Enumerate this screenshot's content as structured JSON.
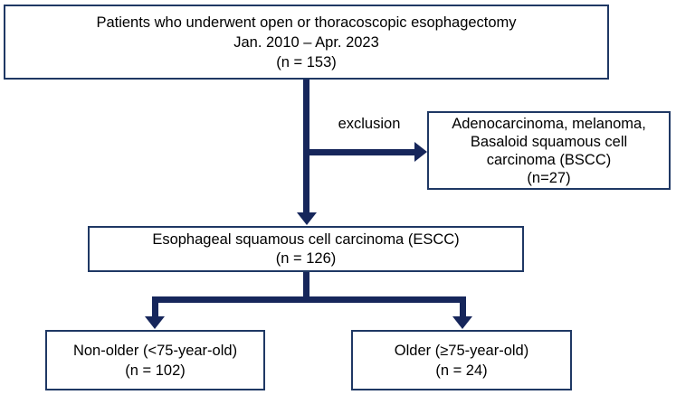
{
  "flowchart": {
    "boxes": {
      "patients": {
        "lines": [
          "Patients who underwent open or thoracoscopic esophagectomy",
          "Jan. 2010 – Apr. 2023",
          "(n = 153)"
        ]
      },
      "excluded": {
        "lines": [
          "Adenocarcinoma, melanoma,",
          "Basaloid squamous cell",
          "carcinoma (BSCC)",
          "(n=27)"
        ]
      },
      "escc": {
        "lines": [
          "Esophageal squamous cell carcinoma (ESCC)",
          "(n = 126)"
        ]
      },
      "non_older": {
        "lines": [
          "Non-older (<75-year-old)",
          "(n = 102)"
        ]
      },
      "older": {
        "lines": [
          "Older (≥75-year-old)",
          "(n = 24)"
        ]
      }
    },
    "labels": {
      "exclusion": "exclusion"
    },
    "colors": {
      "box_border": "#1f3864",
      "connector": "#16265b",
      "text": "#000000",
      "background": "#ffffff"
    }
  }
}
